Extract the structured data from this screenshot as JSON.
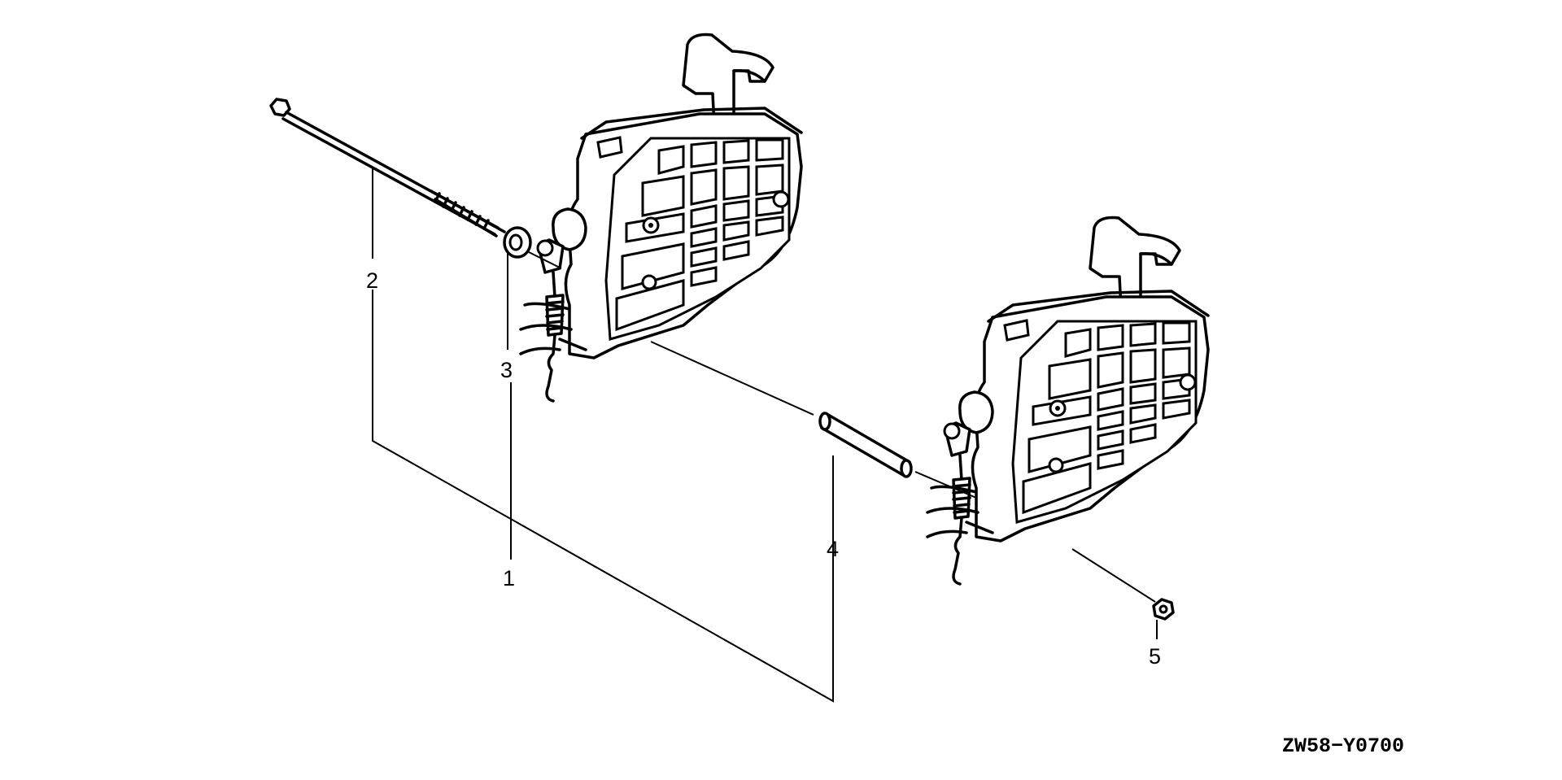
{
  "diagram_code": "ZW58−Y0700",
  "callouts": [
    {
      "number": "1",
      "part": "bracket"
    },
    {
      "number": "2",
      "part": "bolt"
    },
    {
      "number": "3",
      "part": "washer"
    },
    {
      "number": "4",
      "part": "collar"
    },
    {
      "number": "5",
      "part": "nut"
    }
  ]
}
